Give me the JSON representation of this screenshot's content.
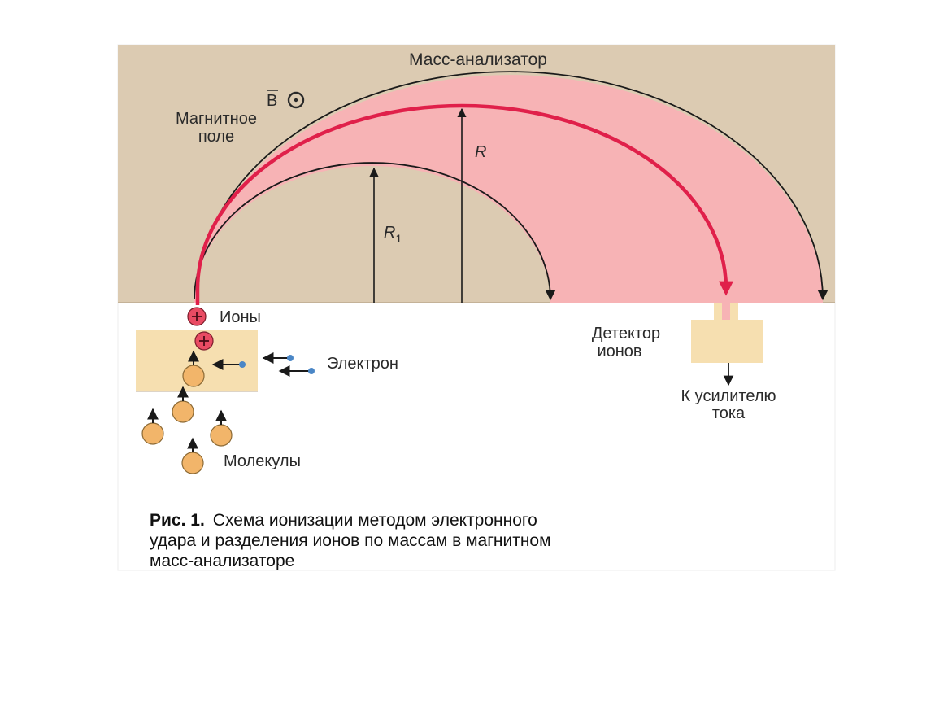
{
  "labels": {
    "analyzer": "Масс-анализатор",
    "field_symbol": "B",
    "field_line1": "Магнитное",
    "field_line2": "поле",
    "radius_outer": "R",
    "radius_inner_base": "R",
    "radius_inner_sub": "1",
    "ions": "Ионы",
    "electron": "Электрон",
    "molecules": "Молекулы",
    "detector_line1": "Детектор",
    "detector_line2": "ионов",
    "amplifier_line1": "К усилителю",
    "amplifier_line2": "тока"
  },
  "caption": {
    "bold": "Рис. 1.",
    "line1": "Схема ионизации методом электронного",
    "line2": "удара и разделения ионов по массам в магнитном",
    "line3": "масс-анализаторе"
  },
  "colors": {
    "chamber": "#dccbb2",
    "beam": "#f7b3b5",
    "beam_path": "#e0204a",
    "source_box": "#f6dfb0",
    "molecule": "#f2b56a",
    "ion": "#e94b63",
    "electron": "#4a86c6",
    "ink": "#1a1a1a"
  }
}
